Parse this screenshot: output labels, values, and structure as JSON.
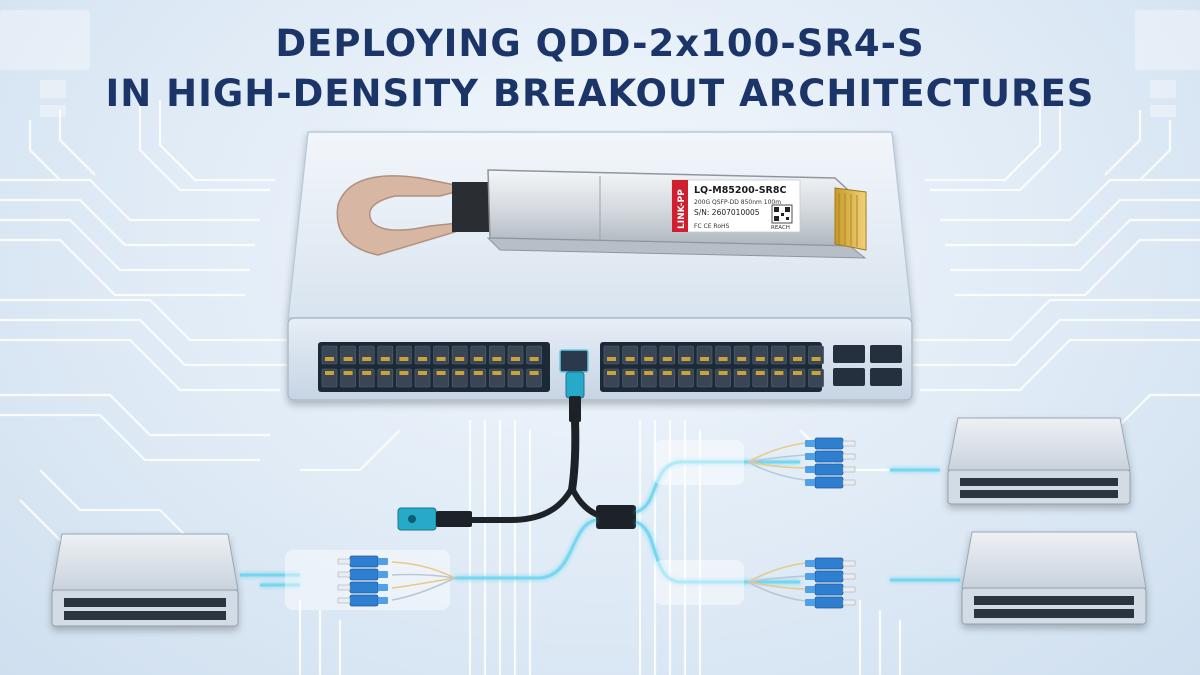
{
  "headline": {
    "line1": "DEPLOYING QDD-2x100-SR4-S",
    "line2": "IN HIGH-DENSITY BREAKOUT ARCHITECTURES"
  },
  "transceiver_label": {
    "brand": "LINK-PP",
    "part_number": "LQ-M85200-SR8C",
    "spec": "200G QSFP-DD 850nm 100m",
    "serial": "S/N: 2607010005",
    "certifications": "FC CE RoHS",
    "reach": "REACH"
  },
  "colors": {
    "headline": "#1c3568",
    "background": "#e3edf7",
    "circuit_traces": "#ffffff",
    "switch_body": "#dfe8f2",
    "fiber_glow": "#6fd6f0",
    "lc_connector": "#2f7fd0",
    "mpo_connector": "#27a9c9",
    "transceiver_pull_tab": "#d8b6a4",
    "brand_red": "#d02030"
  },
  "icons": {
    "core_switch": "network-switch-icon",
    "edge_switch": "network-switch-icon",
    "transceiver": "qsfp-dd-transceiver-icon",
    "connector": "lc-duplex-connector-icon"
  }
}
